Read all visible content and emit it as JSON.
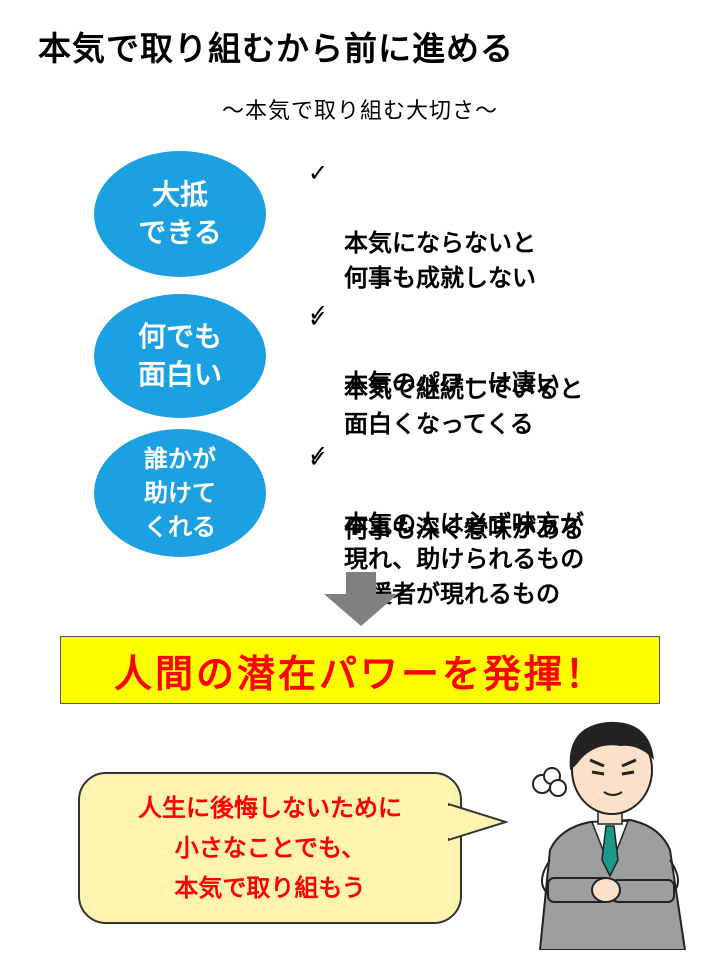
{
  "title": "本気で取り組むから前に進める",
  "subtitle": "〜本気で取り組む大切さ〜",
  "sections": [
    {
      "bubble": "大抵\nできる",
      "points": [
        {
          "check": true,
          "text": "本気にならないと\n何事も成就しない"
        },
        {
          "check": true,
          "text": "本気のパワーは凄い"
        }
      ]
    },
    {
      "bubble": "何でも\n面白い",
      "points": [
        {
          "check": true,
          "text": "本気で継続していると\n面白くなってくる"
        },
        {
          "check": true,
          "text": "何事も深く意味がある"
        }
      ]
    },
    {
      "bubble": "誰かが\n助けて\nくれる",
      "points": [
        {
          "check": true,
          "text": "本気の人は必ず味方が\n現れ、助けられるもの\n応援者が現れるもの"
        }
      ]
    }
  ],
  "check_mark": "✓",
  "result": "人間の潜在パワーを発揮！",
  "speech": "人生に後悔しないために\n小さなことでも、\n本気で取り組もう",
  "colors": {
    "bubble": "#1ba1e2",
    "highlight": "#ffff00",
    "emphasis_text": "#ff0000",
    "speech_bg": "#fff3b0",
    "arrow": "#808080"
  },
  "icons": [
    "down-arrow-icon",
    "businessman-illustration",
    "steam-puff-icon"
  ]
}
